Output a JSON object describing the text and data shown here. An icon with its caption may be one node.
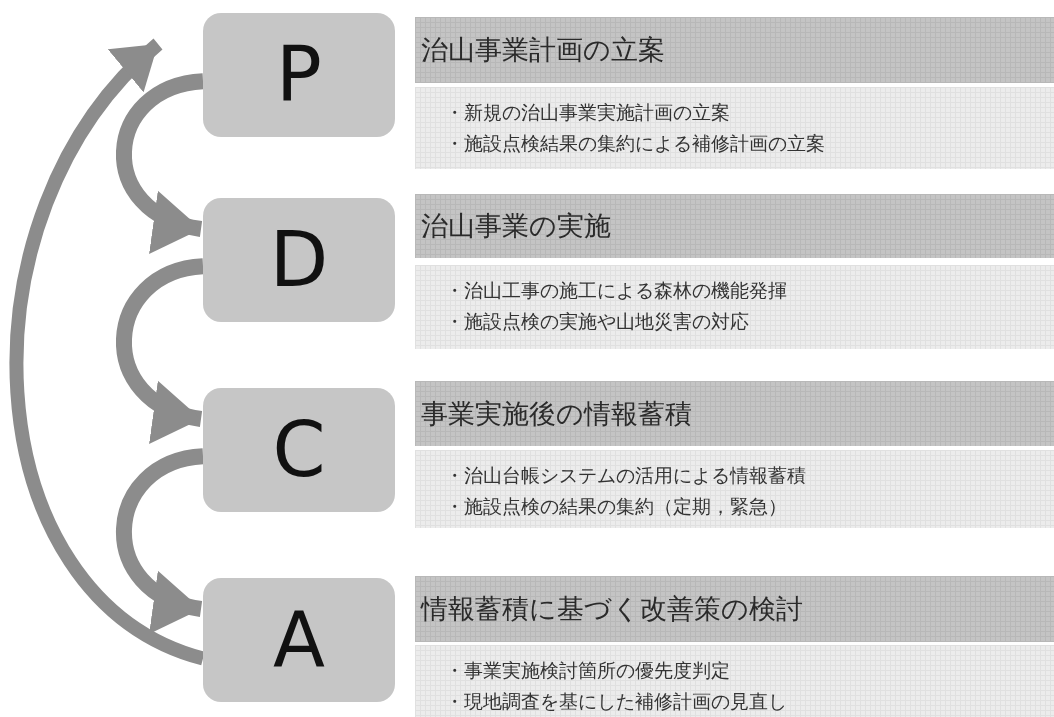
{
  "diagram": {
    "nodes": [
      {
        "text": [
          "P"
        ]
      },
      {
        "text": [
          "治山事業計画の立案"
        ]
      },
      {
        "text": [
          "・新規の治山事業実施計画の立案",
          "・施設点検結果の集約による補修計画の立案"
        ]
      },
      {
        "text": [
          "D"
        ]
      },
      {
        "text": [
          "治山事業の実施"
        ]
      },
      {
        "text": [
          "・治山工事の施工による森林の機能発揮",
          "・施設点検の実施や山地災害の対応"
        ]
      },
      {
        "text": [
          "C"
        ]
      },
      {
        "text": [
          "事業実施後の情報蓄積"
        ]
      },
      {
        "text": [
          "・治山台帳システムの活用による情報蓄積",
          "・施設点検の結果の集約（定期，緊急）"
        ]
      },
      {
        "text": [
          "A"
        ]
      },
      {
        "text": [
          "情報蓄積に基づく改善策の検討"
        ]
      },
      {
        "text": [
          "・事業実施検討箇所の優先度判定",
          "・現地調査を基にした補修計画の見直し"
        ]
      }
    ],
    "edges": [
      {
        "from": 0,
        "to": 3,
        "arrow": "to"
      },
      {
        "from": 3,
        "to": 6,
        "arrow": "to"
      },
      {
        "from": 6,
        "to": 9,
        "arrow": "to"
      },
      {
        "from": 9,
        "to": 0,
        "arrow": "to"
      }
    ]
  }
}
